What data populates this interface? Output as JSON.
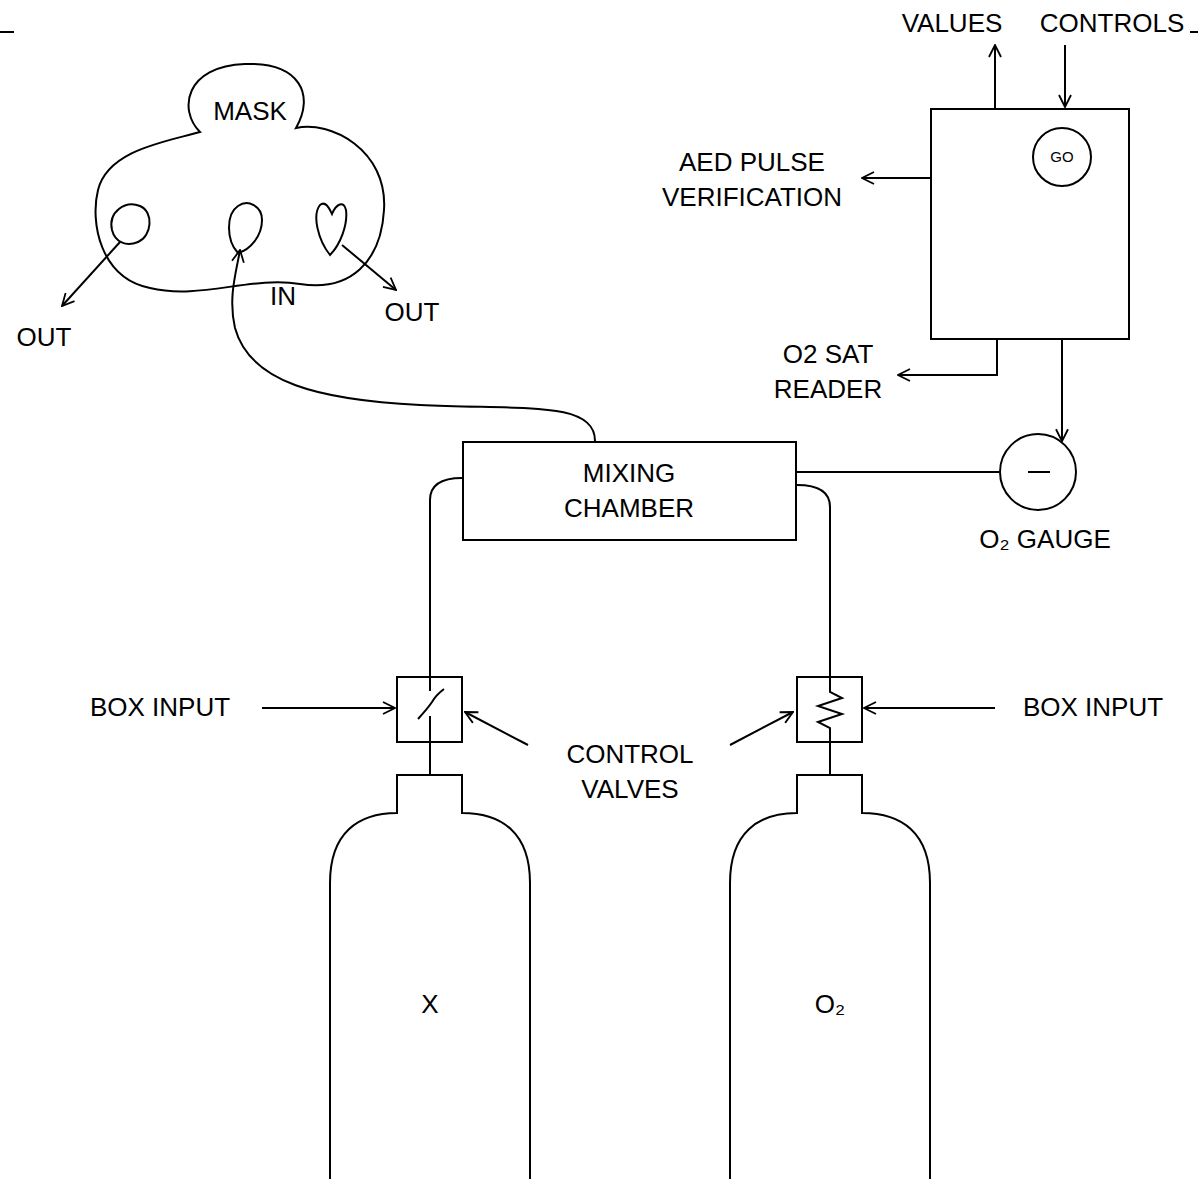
{
  "diagram": {
    "nodes": [
      {
        "text": [
          "MASK"
        ]
      },
      {
        "text": [
          "GO"
        ]
      },
      {
        "text": [
          "MIXING CHAMBER"
        ]
      },
      {
        "text": [
          "O₂ GAUGE"
        ]
      },
      {
        "text": [
          "X"
        ]
      },
      {
        "text": [
          "O₂"
        ]
      }
    ],
    "edges": [
      {
        "from": 2,
        "to": 0,
        "arrow": "to"
      },
      {
        "from": 1,
        "to": 3,
        "arrow": "to"
      },
      {
        "from": 2,
        "to": 3,
        "arrow": "none"
      },
      {
        "from": 4,
        "to": 2,
        "arrow": "none"
      },
      {
        "from": 5,
        "to": 2,
        "arrow": "none"
      }
    ],
    "labels": [
      "OUT",
      "IN",
      "OUT",
      "VALUES",
      "CONTROLS",
      "AED PULSE VERIFICATION",
      "O2 SAT READER",
      "BOX INPUT",
      "CONTROL VALVES",
      "BOX INPUT"
    ]
  }
}
